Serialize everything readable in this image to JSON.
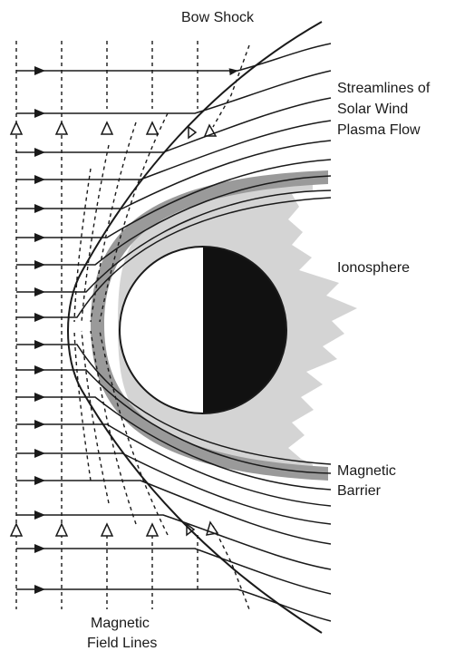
{
  "labels": {
    "bow_shock": "Bow Shock",
    "streamlines": [
      "Streamlines of",
      "Solar Wind",
      "Plasma Flow"
    ],
    "ionosphere": "Ionosphere",
    "magnetic_barrier": [
      "Magnetic",
      "Barrier"
    ],
    "field_lines": [
      "Magnetic",
      "Field Lines"
    ]
  },
  "colors": {
    "ink": "#1a1a1a",
    "ionosphere": "#d4d4d4",
    "barrier": "#9a9a9a",
    "planet_night": "#111111",
    "planet_day": "#ffffff"
  }
}
